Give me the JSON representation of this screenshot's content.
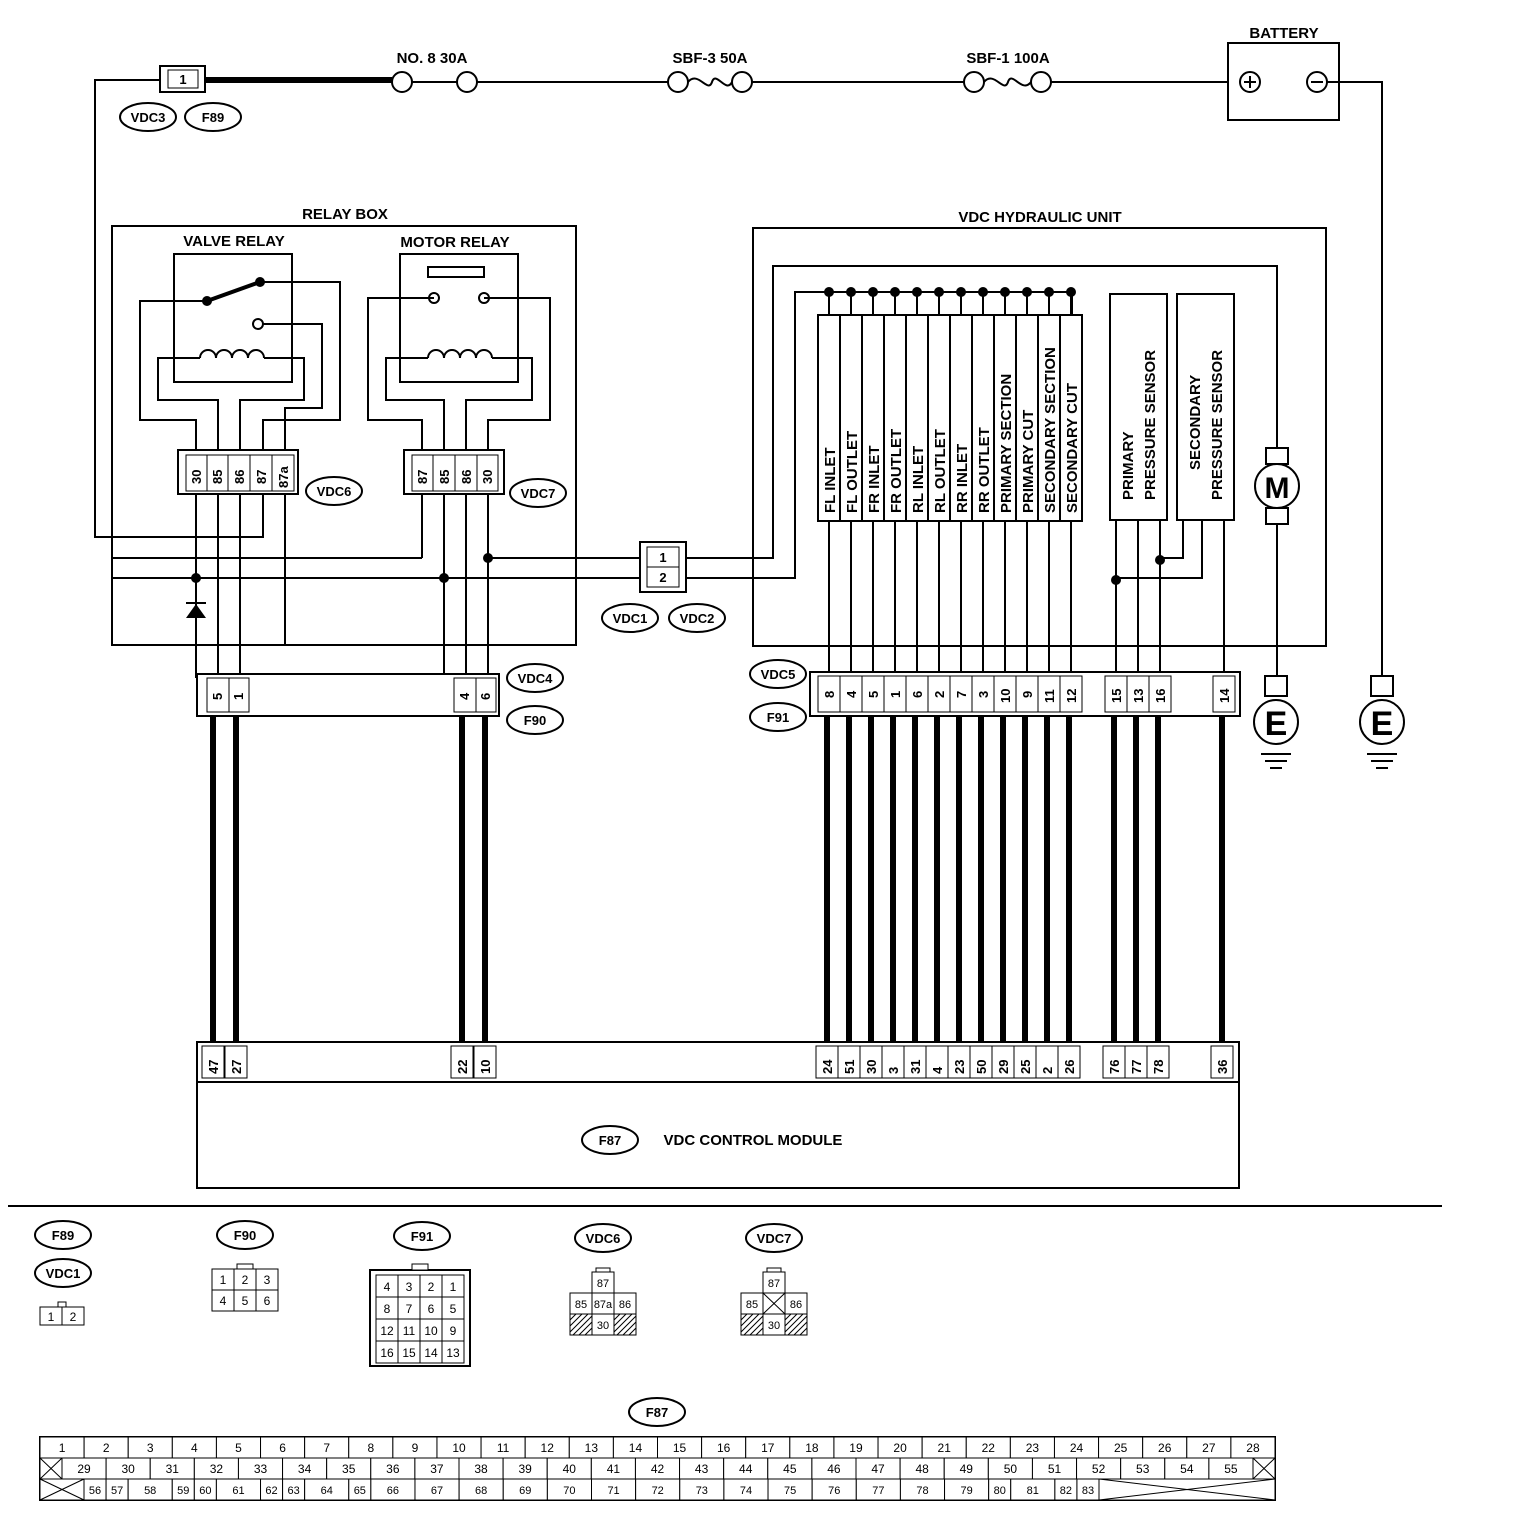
{
  "top": {
    "fuse_no8": "NO. 8 30A",
    "fuse_sbf3": "SBF-3 50A",
    "fuse_sbf1": "SBF-1 100A",
    "battery": "BATTERY",
    "vdc3_pin": "1"
  },
  "connector_tags": {
    "vdc1": "VDC1",
    "vdc2": "VDC2",
    "vdc3": "VDC3",
    "vdc4": "VDC4",
    "vdc5": "VDC5",
    "vdc6": "VDC6",
    "vdc7": "VDC7",
    "f87": "F87",
    "f89": "F89",
    "f90": "F90",
    "f91": "F91"
  },
  "relay_box": {
    "title": "RELAY BOX",
    "valve_relay": "VALVE RELAY",
    "motor_relay": "MOTOR RELAY",
    "vdc6_pins": [
      "30",
      "85",
      "86",
      "87",
      "87a"
    ],
    "vdc7_pins": [
      "87",
      "85",
      "86",
      "30"
    ]
  },
  "vdc12_pins": [
    "1",
    "2"
  ],
  "hydraulic_unit": {
    "title": "VDC HYDRAULIC UNIT",
    "valves": [
      "FL INLET",
      "FL OUTLET",
      "FR INLET",
      "FR OUTLET",
      "RL INLET",
      "RL OUTLET",
      "RR INLET",
      "RR OUTLET",
      "PRIMARY SECTION",
      "PRIMARY CUT",
      "SECONDARY SECTION",
      "SECONDARY CUT"
    ],
    "primary_sensor": [
      "PRIMARY",
      "PRESSURE SENSOR"
    ],
    "secondary_sensor": [
      "SECONDARY",
      "PRESSURE SENSOR"
    ],
    "motor": "M",
    "ground": "E"
  },
  "vdc4_pins": [
    "5",
    "1",
    "4",
    "6"
  ],
  "vdc5_pins": [
    "8",
    "4",
    "5",
    "1",
    "6",
    "2",
    "7",
    "3",
    "10",
    "9",
    "11",
    "12",
    "15",
    "13",
    "16",
    "14"
  ],
  "module": {
    "name": "VDC CONTROL MODULE",
    "pins_left": [
      "47",
      "27",
      "22",
      "10"
    ],
    "pins_right": [
      "24",
      "51",
      "30",
      "3",
      "31",
      "4",
      "23",
      "50",
      "29",
      "25",
      "2",
      "26",
      "76",
      "77",
      "78",
      "36"
    ]
  },
  "legend": {
    "f89_pins": [
      "1",
      "2"
    ],
    "f90_pins": [
      [
        "1",
        "2",
        "3"
      ],
      [
        "4",
        "5",
        "6"
      ]
    ],
    "f91_pins": [
      [
        "4",
        "3",
        "2",
        "1"
      ],
      [
        "8",
        "7",
        "6",
        "5"
      ],
      [
        "12",
        "11",
        "10",
        "9"
      ],
      [
        "16",
        "15",
        "14",
        "13"
      ]
    ],
    "vdc6_pins": {
      "top": "87",
      "row": [
        "85",
        "87a",
        "86"
      ],
      "bottom": "30"
    },
    "vdc7_pins": {
      "top": "87",
      "row": [
        "85",
        "86"
      ],
      "bottom": "30"
    },
    "f87_rows": [
      [
        "1",
        "2",
        "3",
        "4",
        "5",
        "6",
        "7",
        "8",
        "9",
        "10",
        "11",
        "12",
        "13",
        "14",
        "15",
        "16",
        "17",
        "18",
        "19",
        "20",
        "21",
        "22",
        "23",
        "24",
        "25",
        "26",
        "27",
        "28"
      ],
      [
        "29",
        "30",
        "31",
        "32",
        "33",
        "34",
        "35",
        "36",
        "37",
        "38",
        "39",
        "40",
        "41",
        "42",
        "43",
        "44",
        "45",
        "46",
        "47",
        "48",
        "49",
        "50",
        "51",
        "52",
        "53",
        "54",
        "55"
      ],
      [
        "56",
        "57",
        "58",
        "59",
        "60",
        "61",
        "62",
        "63",
        "64",
        "65",
        "66",
        "67",
        "68",
        "69",
        "70",
        "71",
        "72",
        "73",
        "74",
        "75",
        "76",
        "77",
        "78",
        "79",
        "80",
        "81",
        "82",
        "83"
      ]
    ]
  }
}
